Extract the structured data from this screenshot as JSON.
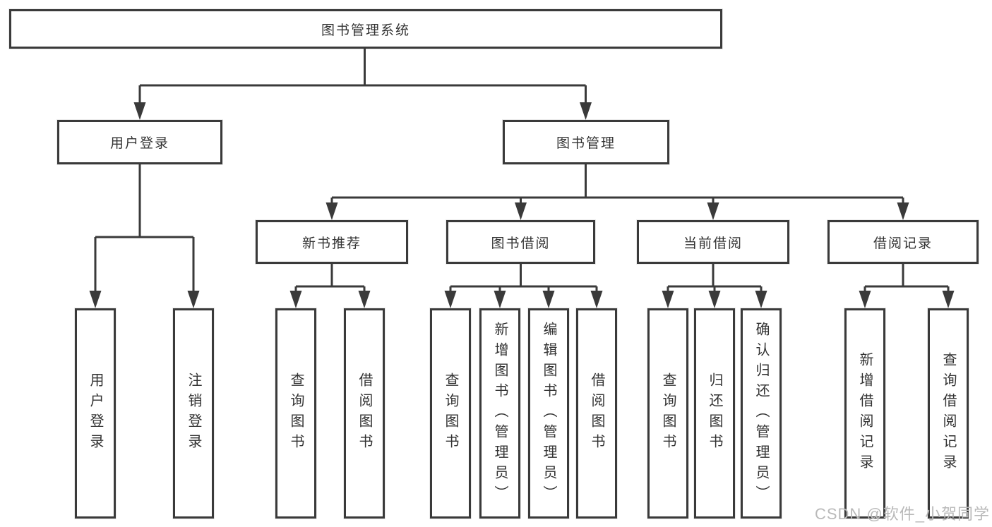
{
  "diagram": {
    "root": {
      "label": "图书管理系统"
    },
    "level2": [
      {
        "label": "用户登录"
      },
      {
        "label": "图书管理"
      }
    ],
    "level3": [
      {
        "label": "新书推荐",
        "parent": "图书管理"
      },
      {
        "label": "图书借阅",
        "parent": "图书管理"
      },
      {
        "label": "当前借阅",
        "parent": "图书管理"
      },
      {
        "label": "借阅记录",
        "parent": "图书管理"
      }
    ],
    "leaves": [
      {
        "label": "用户登录",
        "parent": "用户登录"
      },
      {
        "label": "注销登录",
        "parent": "用户登录"
      },
      {
        "label": "查询图书",
        "parent": "新书推荐"
      },
      {
        "label": "借阅图书",
        "parent": "新书推荐"
      },
      {
        "label": "查询图书",
        "parent": "图书借阅"
      },
      {
        "label": "新增图书（管理员）",
        "parent": "图书借阅"
      },
      {
        "label": "编辑图书（管理员）",
        "parent": "图书借阅"
      },
      {
        "label": "借阅图书",
        "parent": "图书借阅"
      },
      {
        "label": "查询图书",
        "parent": "当前借阅"
      },
      {
        "label": "归还图书",
        "parent": "当前借阅"
      },
      {
        "label": "确认归还（管理员）",
        "parent": "当前借阅"
      },
      {
        "label": "新增借阅记录",
        "parent": "借阅记录"
      },
      {
        "label": "查询借阅记录",
        "parent": "借阅记录"
      }
    ]
  },
  "watermark": {
    "text": "CSDN @软件_小贺同学"
  },
  "colors": {
    "line": "#3a3a3a",
    "text": "#333333",
    "box_background": "#ffffff",
    "page_background": "#ffffff",
    "watermark": "#b9b9b9"
  }
}
